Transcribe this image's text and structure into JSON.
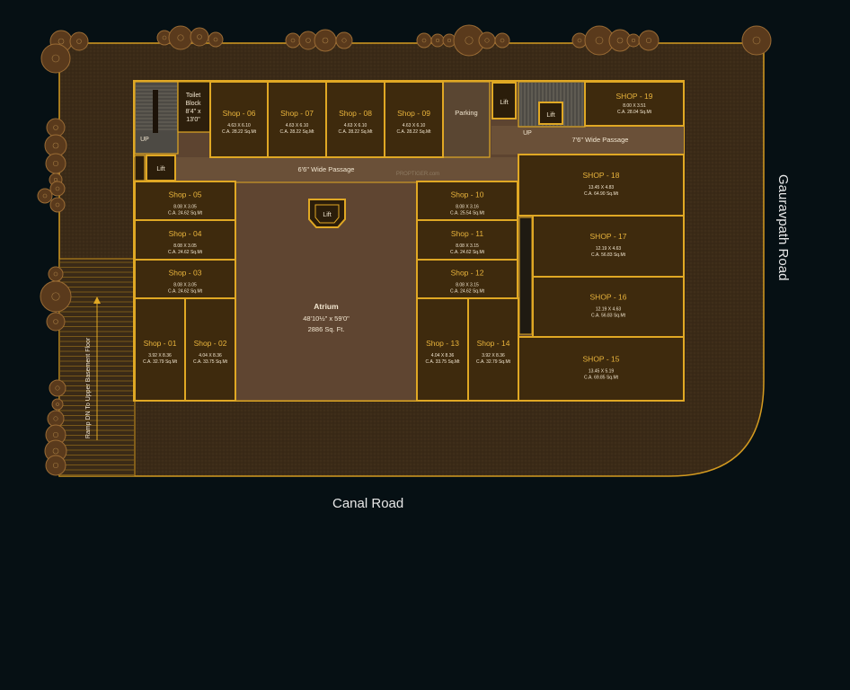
{
  "roads": {
    "south": "Canal Road",
    "east": "Gauravpath Road"
  },
  "ramp": "Ramp DN To Upper Basement Floor",
  "watermark": "PROPTIGER.com",
  "service": {
    "toilet": [
      "Toilet",
      "Block",
      "8'4\" x",
      "13'0\""
    ],
    "parking": "Parking",
    "lift": "Lift",
    "up": "UP"
  },
  "passages": {
    "p1": "6'6\" Wide Passage",
    "p2": "7'6\" Wide Passage"
  },
  "atrium": {
    "name": "Atrium",
    "size": "48'10½\" x 59'0\"",
    "area": "2886 Sq. Ft."
  },
  "shops": [
    {
      "name": "Shop - 01",
      "dims": "3.92 X 8.36",
      "ca": "C.A. 32.79 Sq.Mt"
    },
    {
      "name": "Shop - 02",
      "dims": "4.04 X 8.36",
      "ca": "C.A. 33.75 Sq.Mt"
    },
    {
      "name": "Shop - 03",
      "dims": "8.08 X 3.05",
      "ca": "C.A. 24.62 Sq.Mt"
    },
    {
      "name": "Shop - 04",
      "dims": "8.08 X 3.05",
      "ca": "C.A. 24.62 Sq.Mt"
    },
    {
      "name": "Shop - 05",
      "dims": "8.08 X 3.05",
      "ca": "C.A. 24.62 Sq.Mt"
    },
    {
      "name": "Shop - 06",
      "dims": "4.63 X 6.10",
      "ca": "C.A. 28.22 Sq.Mt"
    },
    {
      "name": "Shop - 07",
      "dims": "4.63 X 6.10",
      "ca": "C.A. 28.22 Sq.Mt"
    },
    {
      "name": "Shop - 08",
      "dims": "4.63 X 6.10",
      "ca": "C.A. 28.22 Sq.Mt"
    },
    {
      "name": "Shop - 09",
      "dims": "4.63 X 6.10",
      "ca": "C.A. 28.22 Sq.Mt"
    },
    {
      "name": "Shop - 10",
      "dims": "8.08 X 3.16",
      "ca": "C.A. 25.54 Sq.Mt"
    },
    {
      "name": "Shop - 11",
      "dims": "8.08 X 3.15",
      "ca": "C.A. 24.62 Sq.Mt"
    },
    {
      "name": "Shop - 12",
      "dims": "8.08 X 3.15",
      "ca": "C.A. 24.62 Sq.Mt"
    },
    {
      "name": "Shop - 13",
      "dims": "4.04 X 8.36",
      "ca": "C.A. 33.75 Sq.Mt"
    },
    {
      "name": "Shop - 14",
      "dims": "3.92 X 8.36",
      "ca": "C.A. 32.79 Sq.Mt"
    },
    {
      "name": "SHOP - 15",
      "dims": "13.45 X 5.19",
      "ca": "C.A. 69.85 Sq.Mt"
    },
    {
      "name": "SHOP - 16",
      "dims": "12.19 X 4.63",
      "ca": "C.A. 56.83 Sq.Mt"
    },
    {
      "name": "SHOP - 17",
      "dims": "12.19 X 4.63",
      "ca": "C.A. 56.83 Sq.Mt"
    },
    {
      "name": "SHOP - 18",
      "dims": "13.45 X 4.83",
      "ca": "C.A. 64.90 Sq.Mt"
    },
    {
      "name": "SHOP - 19",
      "dims": "8.00 X 3.51",
      "ca": "C.A. 28.04 Sq.Mt"
    }
  ],
  "colors": {
    "background": "#061014",
    "site": "#3b2b18",
    "wall": "#e0a824",
    "shop_fill": "#3e2a0d",
    "passage": "#6a5038",
    "atrium": "#5f4531",
    "label": "#e9b43c",
    "text": "#f2e6d0"
  }
}
